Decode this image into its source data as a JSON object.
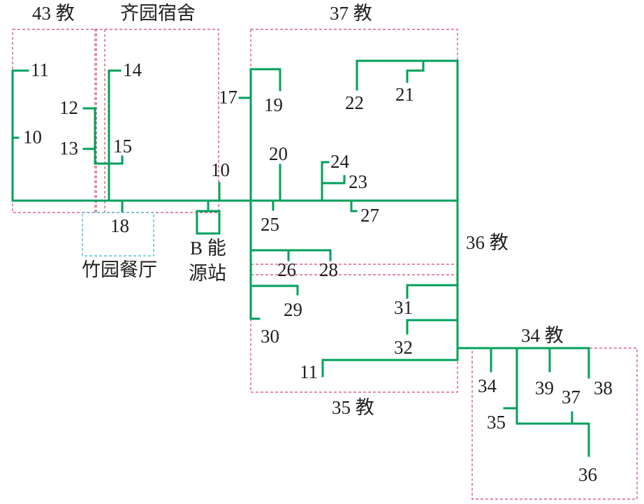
{
  "colors": {
    "pipe": "#00a05a",
    "zone_border": "#d6456e",
    "canteen_border": "#3ab5c9",
    "text": "#231f20"
  },
  "zones": {
    "jiao43": "43 教",
    "qiyuan": "齐园宿舍",
    "jiao37": "37 教",
    "jiao36": "36 教",
    "jiao35": "35 教",
    "jiao34": "34 教",
    "canteen": "竹园餐厅",
    "energy_line1": "B 能",
    "energy_line2": "源站"
  },
  "nodes": [
    "11",
    "10",
    "12",
    "13",
    "14",
    "15",
    "10",
    "18",
    "17",
    "19",
    "20",
    "22",
    "21",
    "24",
    "23",
    "25",
    "27",
    "26",
    "28",
    "29",
    "30",
    "31",
    "32",
    "11",
    "34",
    "39",
    "37",
    "38",
    "35",
    "36"
  ]
}
